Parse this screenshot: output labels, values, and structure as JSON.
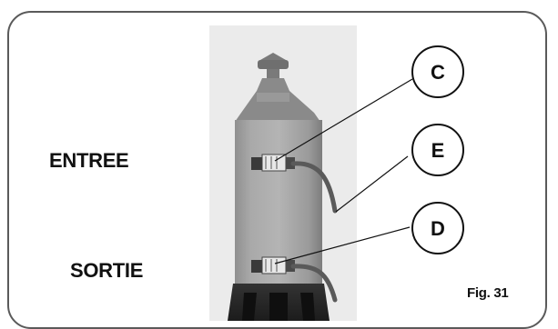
{
  "figure": {
    "caption": "Fig. 31",
    "labels": {
      "inlet": "ENTREE",
      "outlet": "SORTIE"
    },
    "callouts": [
      "C",
      "E",
      "D"
    ]
  }
}
